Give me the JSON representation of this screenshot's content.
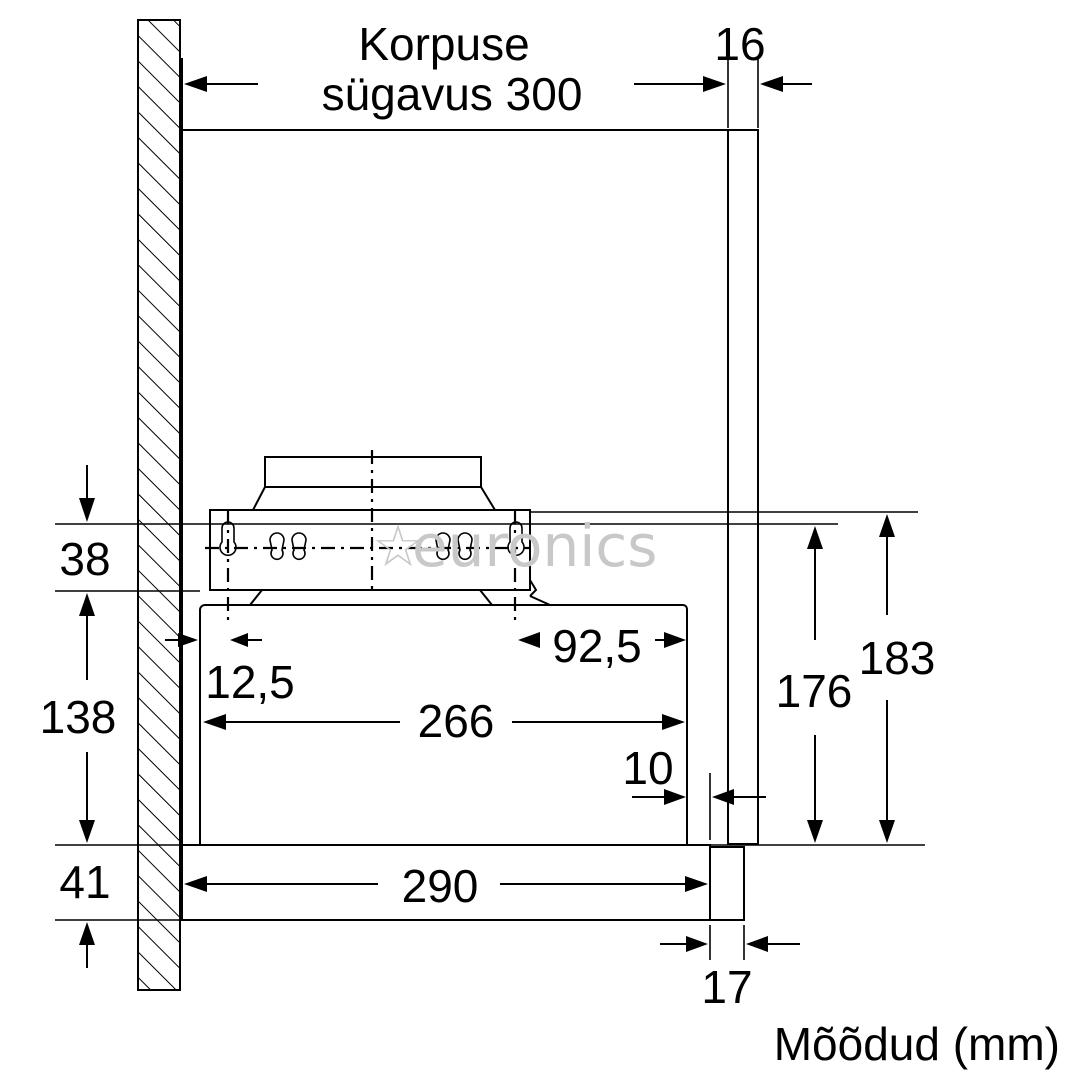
{
  "labels": {
    "depth_title_line1": "Korpuse",
    "depth_title_line2": "sügavus 300",
    "dim_16": "16",
    "dim_38": "38",
    "dim_138": "138",
    "dim_41": "41",
    "dim_12_5": "12,5",
    "dim_266": "266",
    "dim_92_5": "92,5",
    "dim_10": "10",
    "dim_290": "290",
    "dim_17": "17",
    "dim_176": "176",
    "dim_183": "183",
    "units_note": "Mõõdud (mm)"
  },
  "watermark": "euronics",
  "colors": {
    "line": "#000000",
    "background": "#ffffff",
    "watermark": "#c8c8c8"
  }
}
